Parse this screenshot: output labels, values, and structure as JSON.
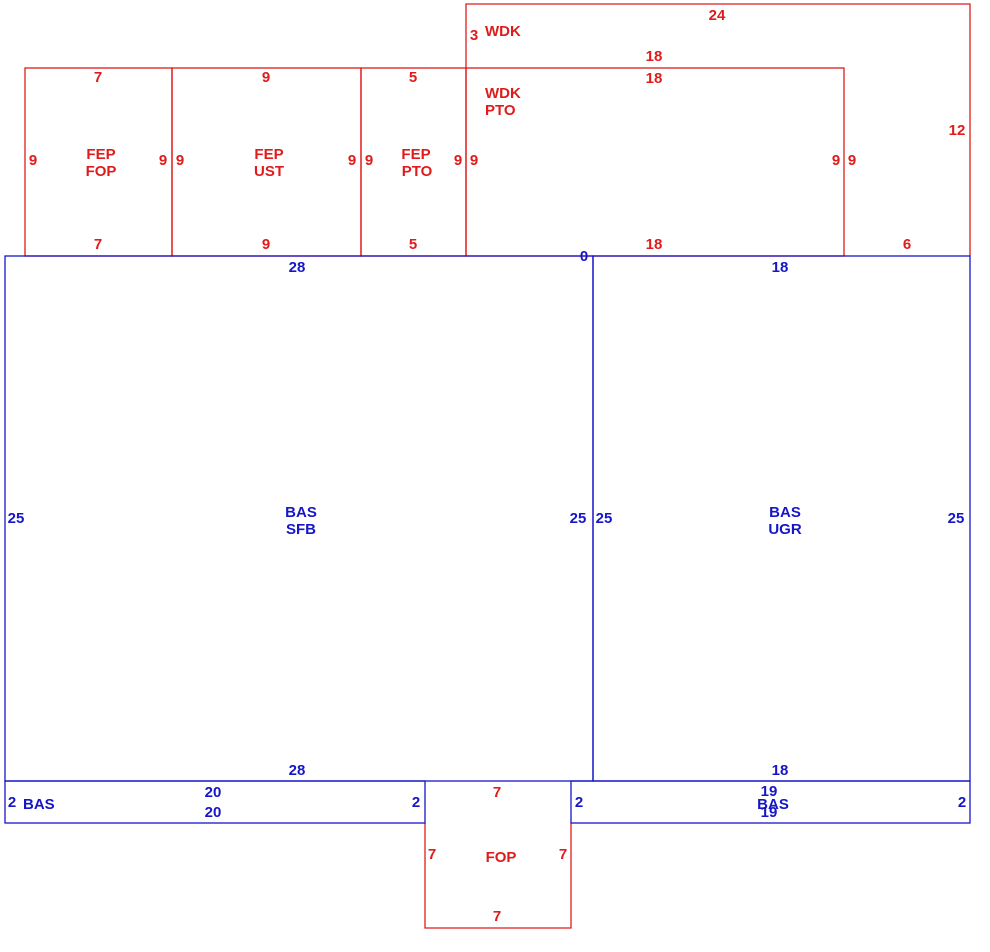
{
  "colors": {
    "red": "#e01b1b",
    "blue": "#1616c8"
  },
  "areas": {
    "wdk_top": {
      "code": "WDK",
      "dims": {
        "top": "24",
        "left": "3",
        "right": "12",
        "bottom_right": "6"
      }
    },
    "fep_fop": {
      "code": "FEP",
      "sub": "FOP",
      "dims": {
        "top": "7",
        "bottom": "7",
        "left": "9",
        "right": "9"
      }
    },
    "fep_ust": {
      "code": "FEP",
      "sub": "UST",
      "dims": {
        "top": "9",
        "bottom": "9",
        "left": "9",
        "right": "9"
      }
    },
    "fep_pto": {
      "code": "FEP",
      "sub": "PTO",
      "dims": {
        "top": "5",
        "bottom": "5",
        "left": "9",
        "right": "9"
      }
    },
    "wdk_pto": {
      "code": "WDK",
      "sub": "PTO",
      "dims": {
        "top_outer": "18",
        "top": "18",
        "bottom": "18",
        "left": "9",
        "right": "9",
        "right_outer": "9"
      }
    },
    "bas_sfb": {
      "code": "BAS",
      "sub": "SFB",
      "dims": {
        "top": "28",
        "bottom": "28",
        "left": "25",
        "right": "25",
        "corner": "0"
      }
    },
    "bas_ugr": {
      "code": "BAS",
      "sub": "UGR",
      "dims": {
        "top": "18",
        "bottom": "18",
        "left": "25",
        "right": "25"
      }
    },
    "bas_left": {
      "code": "BAS",
      "dims": {
        "top": "20",
        "bottom": "20",
        "left": "2",
        "right": "2"
      }
    },
    "bas_right": {
      "code": "BAS",
      "dims": {
        "top": "19",
        "bottom": "19",
        "left": "2",
        "right": "2"
      }
    },
    "fop_bottom": {
      "code": "FOP",
      "dims": {
        "top": "7",
        "bottom": "7",
        "left": "7",
        "right": "7"
      }
    }
  }
}
